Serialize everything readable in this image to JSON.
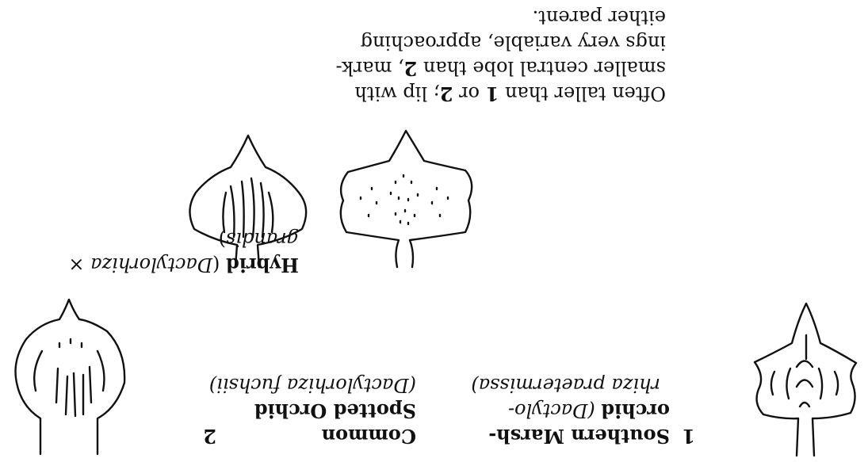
{
  "hybrid": {
    "name": "Hybrid",
    "latin_open": "(",
    "latin_1": "Dactylorhiza",
    "cross": " ×",
    "latin_2": "grandis",
    "latin_close": ")",
    "note_1": "Often taller than",
    "ref_1": "1",
    "or": " or ",
    "ref_2": "2",
    "lip": "; lip with",
    "note_2": "smaller central lobe than",
    "mark": ", mark-",
    "note_3": "ings very variable, approaching",
    "note_4": "either parent."
  },
  "species_1": {
    "number": "1",
    "name_1": "Southern Marsh-",
    "name_2": "orchid",
    "latin_1": " (Dactylo-",
    "latin_2": "rhiza praetermissa)"
  },
  "species_2": {
    "number": "2",
    "name_1": "Common",
    "name_2": "Spotted Orchid",
    "latin": "(Dactylorhiza fuchsii)"
  },
  "ink_color": "#111111",
  "paper_color": "#ffffff"
}
